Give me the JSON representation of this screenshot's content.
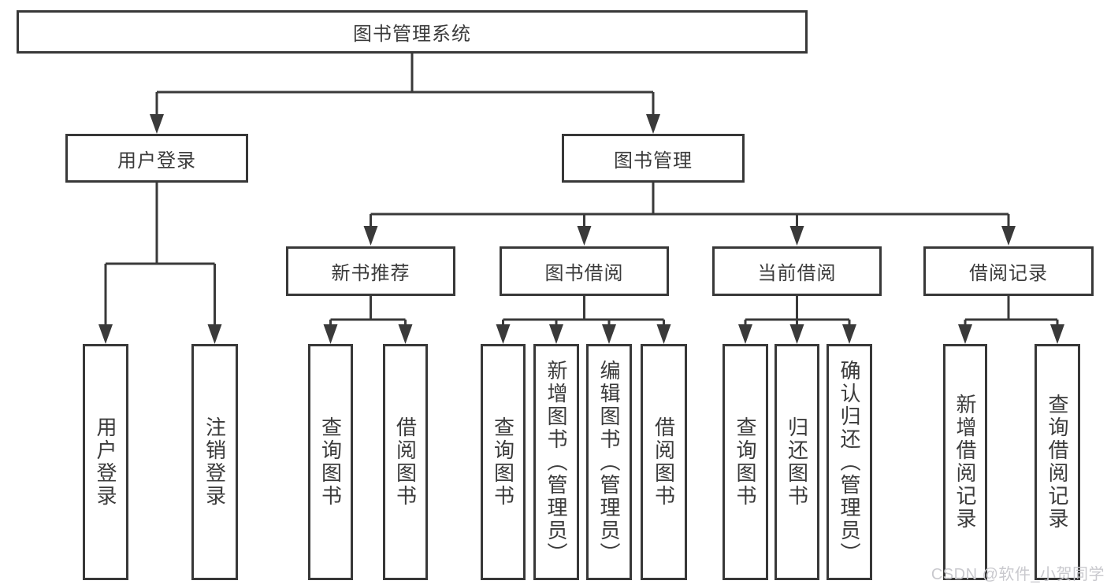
{
  "diagram": {
    "root": {
      "label": "图书管理系统",
      "children": [
        {
          "label": "用户登录",
          "children": [
            {
              "label": "用户登录"
            },
            {
              "label": "注销登录"
            }
          ]
        },
        {
          "label": "图书管理",
          "children": [
            {
              "label": "新书推荐",
              "children": [
                {
                  "label": "查询图书"
                },
                {
                  "label": "借阅图书"
                }
              ]
            },
            {
              "label": "图书借阅",
              "children": [
                {
                  "label": "查询图书"
                },
                {
                  "label": "新增图书（管理员）"
                },
                {
                  "label": "编辑图书（管理员）"
                },
                {
                  "label": "借阅图书"
                }
              ]
            },
            {
              "label": "当前借阅",
              "children": [
                {
                  "label": "查询图书"
                },
                {
                  "label": "归还图书"
                },
                {
                  "label": "确认归还（管理员）"
                }
              ]
            },
            {
              "label": "借阅记录",
              "children": [
                {
                  "label": "新增借阅记录"
                },
                {
                  "label": "查询借阅记录"
                }
              ]
            }
          ]
        }
      ]
    },
    "watermark": "CSDN @软件_小贺同学",
    "colors": {
      "line": "#3a3a3a",
      "box_border": "#383838",
      "text": "#3b3b3b",
      "background": "#ffffff",
      "watermark": "#c9c9ce"
    }
  }
}
